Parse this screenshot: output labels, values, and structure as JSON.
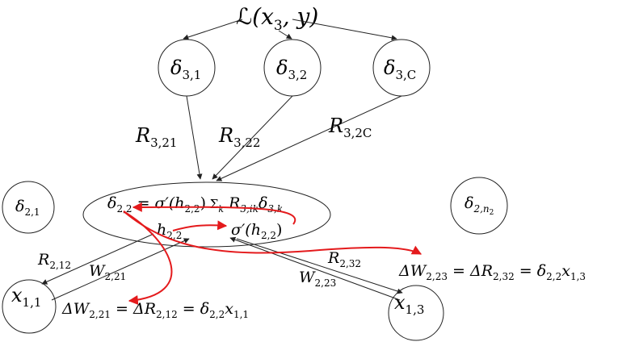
{
  "loss": {
    "script": "ℒ",
    "args": "(x",
    "sub": "3",
    "tail": ", y)"
  },
  "output_nodes": [
    {
      "sym": "δ",
      "sub": "3,1"
    },
    {
      "sym": "δ",
      "sub": "3,2"
    },
    {
      "sym": "δ",
      "sub": "3,C"
    }
  ],
  "weights_R3": [
    {
      "sym": "R",
      "sub": "3,21"
    },
    {
      "sym": "R",
      "sub": "3,22"
    },
    {
      "sym": "R",
      "sub": "3,2C"
    }
  ],
  "hidden_left": {
    "sym": "δ",
    "sub": "2,1"
  },
  "hidden_right": {
    "sym": "δ",
    "sub": "2,n",
    "subsub": "2"
  },
  "hidden_main": {
    "line1": {
      "delta": "δ",
      "delta_sub": "2,2",
      "eq": " = σ′(h",
      "h_sub": "2,2",
      "close": ")",
      "sum": " Σ",
      "sum_sub": "k",
      "R": " R",
      "R_sub": "3,ik",
      "d": "δ",
      "d_sub": "3,k"
    },
    "line2": {
      "h": "h",
      "h_sub": "2,2",
      "sigma": "σ′(h",
      "sigma_sub": "2,2",
      "close": ")"
    }
  },
  "input_nodes": [
    {
      "sym": "x",
      "sub": "1,1"
    },
    {
      "sym": "x",
      "sub": "1,3"
    }
  ],
  "weights_2": [
    {
      "sym": "R",
      "sub": "2,12"
    },
    {
      "sym": "W",
      "sub": "2,21"
    },
    {
      "sym": "R",
      "sub": "2,32"
    },
    {
      "sym": "W",
      "sub": "2,23"
    }
  ],
  "updates": [
    {
      "a": "ΔW",
      "a_sub": "2,21",
      "b": " = ΔR",
      "b_sub": "2,12",
      "c": " = δ",
      "c_sub": "2,2",
      "d": "x",
      "d_sub": "1,1"
    },
    {
      "a": "ΔW",
      "a_sub": "2,23",
      "b": " = ΔR",
      "b_sub": "2,32",
      "c": " = δ",
      "c_sub": "2,2",
      "d": "x",
      "d_sub": "1,3"
    }
  ],
  "colors": {
    "highlight": "#e41a1c",
    "stroke": "#222222"
  }
}
